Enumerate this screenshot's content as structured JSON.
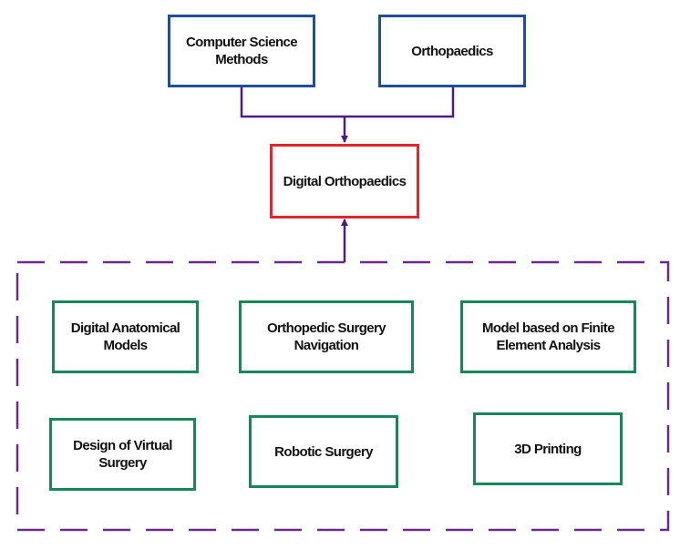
{
  "colors": {
    "input_border": "#1f4e9a",
    "center_border": "#e3262b",
    "area_border": "#17875a",
    "connector": "#4b1f7a",
    "group_border": "#6a2a8c"
  },
  "inputs": [
    {
      "label": "Computer Science\nMethods"
    },
    {
      "label": "Orthopaedics"
    }
  ],
  "center": {
    "label": "Digital Orthopaedics"
  },
  "areas": [
    {
      "label": "Digital Anatomical\nModels"
    },
    {
      "label": "Orthopedic Surgery\nNavigation"
    },
    {
      "label": "Model based on Finite\nElement Analysis"
    },
    {
      "label": "Design of Virtual\nSurgery"
    },
    {
      "label": "Robotic Surgery"
    },
    {
      "label": "3D Printing"
    }
  ]
}
